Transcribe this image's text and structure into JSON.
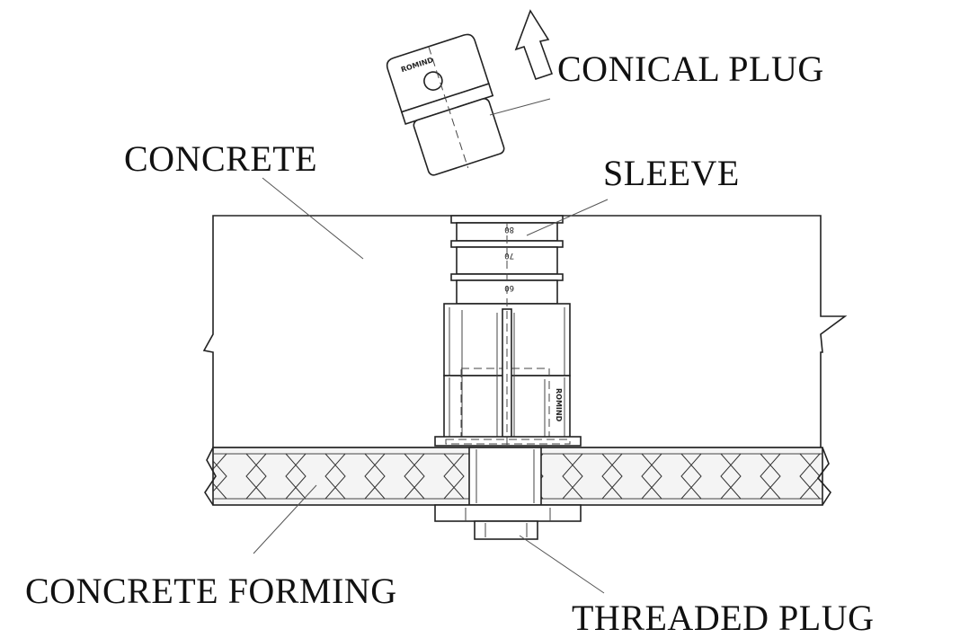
{
  "labels": {
    "conical_plug": "CONICAL PLUG",
    "concrete": "CONCRETE",
    "sleeve": "SLEEVE",
    "concrete_forming": "CONCRETE FORMING",
    "threaded_plug": "THREADED PLUG"
  },
  "sleeve_marks": [
    "80",
    "70",
    "60"
  ],
  "brand_mark": "ROMIND",
  "colors": {
    "line": "#222222",
    "concrete_fill": "#f7f7f7",
    "forming_fill": "#f2f2f2",
    "background": "#ffffff"
  }
}
